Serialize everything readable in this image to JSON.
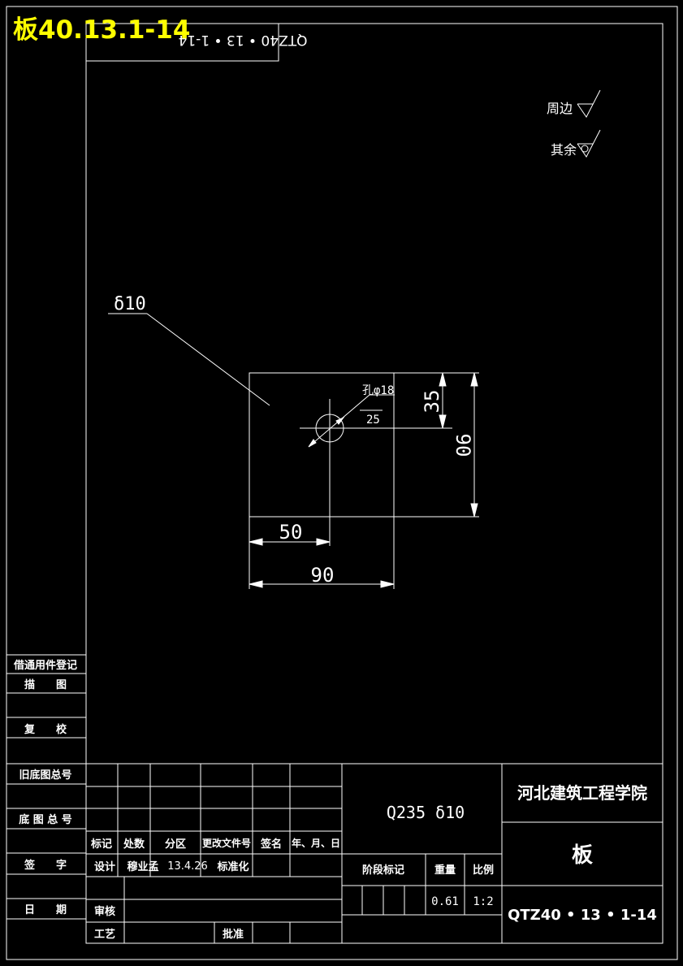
{
  "overlay_title": "板40.13.1-14",
  "stamp_mirrored": "QTZ40 • 13 • 1-14",
  "roughness": {
    "around_label": "周边",
    "other_label": "其余"
  },
  "drawing": {
    "thickness_leader": "δ10",
    "hole_callout": "孔φ18",
    "hole_roughness": "25",
    "dim_35": "35",
    "dim_90_vertical": "90",
    "dim_50": "50",
    "dim_90_horizontal": "90"
  },
  "left_column": {
    "borrowed_register": "借通用件登记",
    "tracing": "描　　图",
    "check": "复　　校",
    "old_base_no": "旧底图总号",
    "base_no": "底 图 总 号",
    "signature": "签　　字",
    "date": "日　　期"
  },
  "title_block": {
    "col_mark": "标记",
    "col_count": "处数",
    "col_zone": "分区",
    "col_change_doc": "更改文件号",
    "col_sign": "签名",
    "col_date": "年、月、日",
    "design_label": "设计",
    "designer": "穆业孟",
    "design_date": "13.4.26",
    "standardize_label": "标准化",
    "review_label": "审核",
    "process_label": "工艺",
    "approve_label": "批准",
    "material": "Q235  δ10",
    "stage_mark_label": "阶段标记",
    "weight_label": "重量",
    "scale_label": "比例",
    "weight_value": "0.61",
    "scale_value": "1:2",
    "institution": "河北建筑工程学院",
    "part_name": "板",
    "drawing_number": "QTZ40 • 13 • 1-14"
  }
}
